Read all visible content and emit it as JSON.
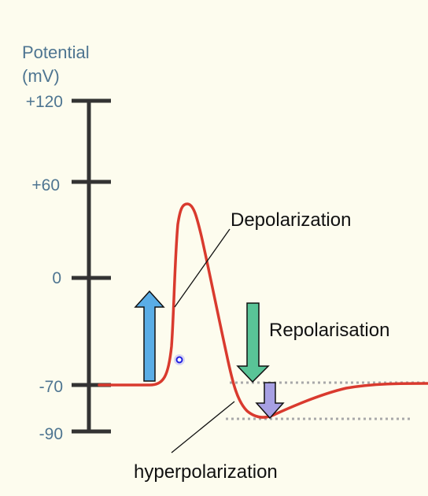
{
  "axis": {
    "title_line1": "Potential",
    "title_line2": "(mV)",
    "ticks": [
      {
        "label": "+120",
        "value": 120
      },
      {
        "label": "+60",
        "value": 60
      },
      {
        "label": "0",
        "value": 0
      },
      {
        "label": "-70",
        "value": -70
      },
      {
        "label": "-90",
        "value": -90
      }
    ]
  },
  "annotations": {
    "depolarization": "Depolarization",
    "repolarisation": "Repolarisation",
    "hyperpolarization": "hyperpolarization"
  },
  "colors": {
    "background": "#fdfcee",
    "curve": "#d93a2e",
    "axis": "#333333",
    "axis_text": "#4e7591",
    "up_arrow": "#5aade6",
    "down_arrow": "#59c497",
    "small_down_arrow": "#a7a0e3",
    "dotted_lines": "#a9a9a9"
  },
  "icons": {
    "up_arrow": "up-arrow-icon",
    "down_arrow": "down-arrow-icon",
    "small_down_arrow": "small-down-arrow-icon",
    "cursor_marker": "cursor-dot-icon"
  }
}
